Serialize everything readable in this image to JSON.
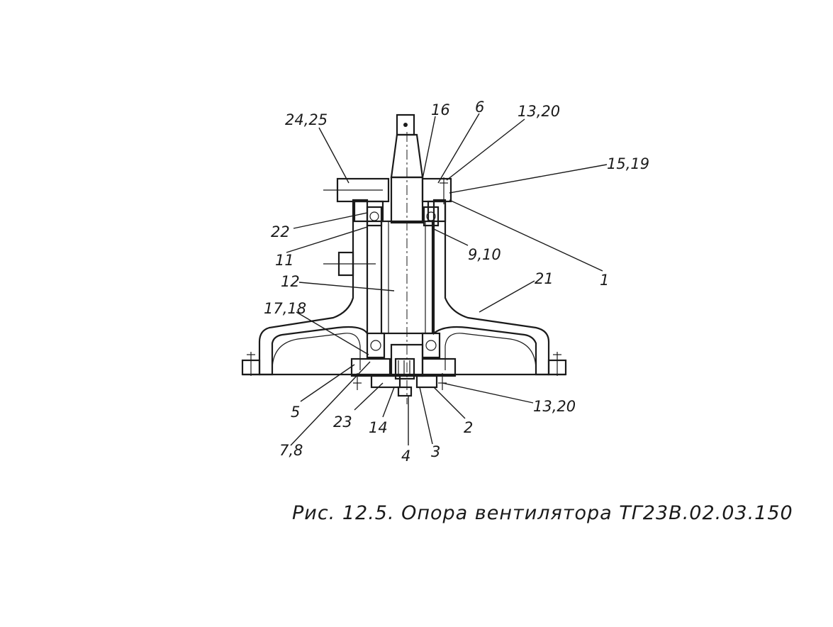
{
  "figure": {
    "caption": "Рис. 12.5.  Опора вентилятора  ТГ23В.02.03.150"
  },
  "labels": {
    "l24_25": "24,25",
    "l16": "16",
    "l6": "6",
    "l13_20_top": "13,20",
    "l15_19": "15,19",
    "l22": "22",
    "l11": "11",
    "l9_10": "9,10",
    "l1": "1",
    "l12": "12",
    "l21": "21",
    "l17_18": "17,18",
    "l13_20_bottom": "13,20",
    "l5": "5",
    "l23": "23",
    "l14": "14",
    "l2": "2",
    "l7_8": "7,8",
    "l4": "4",
    "l3": "3"
  },
  "colors": {
    "ink": "#1a1a1a",
    "paper": "#ffffff"
  }
}
